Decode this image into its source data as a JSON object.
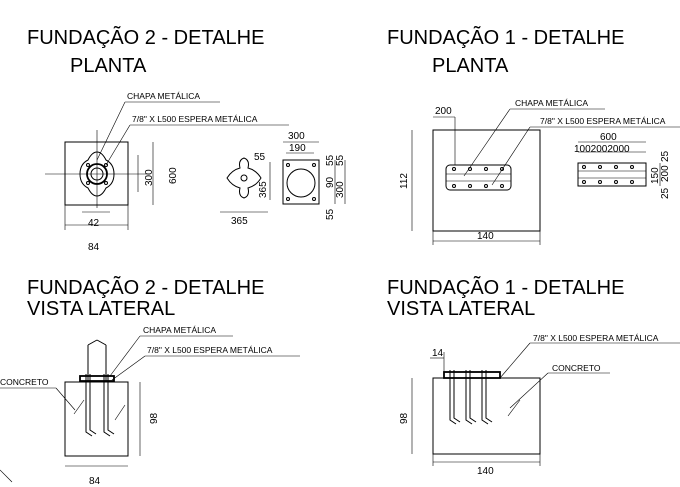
{
  "views": {
    "f2_plan": {
      "title_line1": "FUNDAÇÃO 2 - DETALHE",
      "title_line2": "PLANTA"
    },
    "f1_plan": {
      "title_line1": "FUNDAÇÃO 1 - DETALHE",
      "title_line2": "PLANTA"
    },
    "f2_side": {
      "title_line1": "FUNDAÇÃO 2 - DETALHE",
      "title_line2": "VISTA LATERAL"
    },
    "f1_side": {
      "title_line1": "FUNDAÇÃO 1 - DETALHE",
      "title_line2": "VISTA LATERAL"
    }
  },
  "labels": {
    "plate": "CHAPA METÁLICA",
    "anchor": "7/8\" X L500  ESPERA METÁLICA",
    "concrete": "CONCRETO"
  },
  "dims": {
    "f2_plan": {
      "width_84": "84",
      "inner_42": "42",
      "height_600": "600",
      "inner_300": "300"
    },
    "f2_plate": {
      "d365_bottom": "365",
      "d365_side": "365",
      "d55": "55",
      "d300_top": "300",
      "d190": "190",
      "d55_right": "55",
      "d55_right2": "55",
      "d90": "90",
      "d300_right": "300",
      "d55_bottom": "55"
    },
    "f1_plan": {
      "d200": "200",
      "d112": "112",
      "d140": "140"
    },
    "f1_plate": {
      "d600": "600",
      "spacing_row": "1002002000",
      "d150": "150",
      "d25": "25",
      "d200": "200",
      "d25b": "25"
    },
    "f2_side": {
      "d98": "98",
      "d84": "84"
    },
    "f1_side": {
      "d14": "14",
      "d98": "98",
      "d140": "140"
    }
  }
}
